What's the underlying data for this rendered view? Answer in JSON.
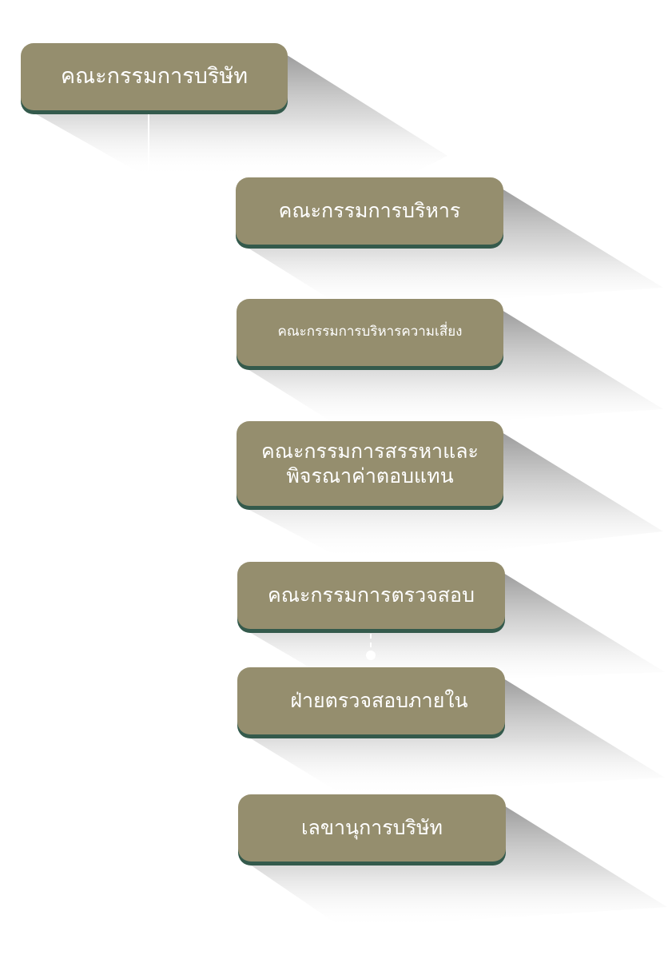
{
  "diagram": {
    "type": "org-chart",
    "colors": {
      "box_fill": "#958e6e",
      "box_bottom_edge": "#345a4c",
      "text": "#ffffff",
      "shadow": "#9a9a9a",
      "background": "#ffffff"
    },
    "root": {
      "label": "คณะกรรมการบริษัท"
    },
    "children": [
      {
        "label": "คณะกรรมการบริหาร"
      },
      {
        "label": "คณะกรรมการบริหารความเสี่ยง"
      },
      {
        "label_line1": "คณะกรรมการสรรหาและ",
        "label_line2": "พิจรณาค่าตอบแทน"
      },
      {
        "label": "คณะกรรมการตรวจสอบ"
      },
      {
        "label": "ฝ่ายตรวจสอบภายใน",
        "reports_to": "คณะกรรมการตรวจสอบ",
        "link_style": "dashed"
      },
      {
        "label": "เลขานุการบริษัท"
      }
    ]
  }
}
